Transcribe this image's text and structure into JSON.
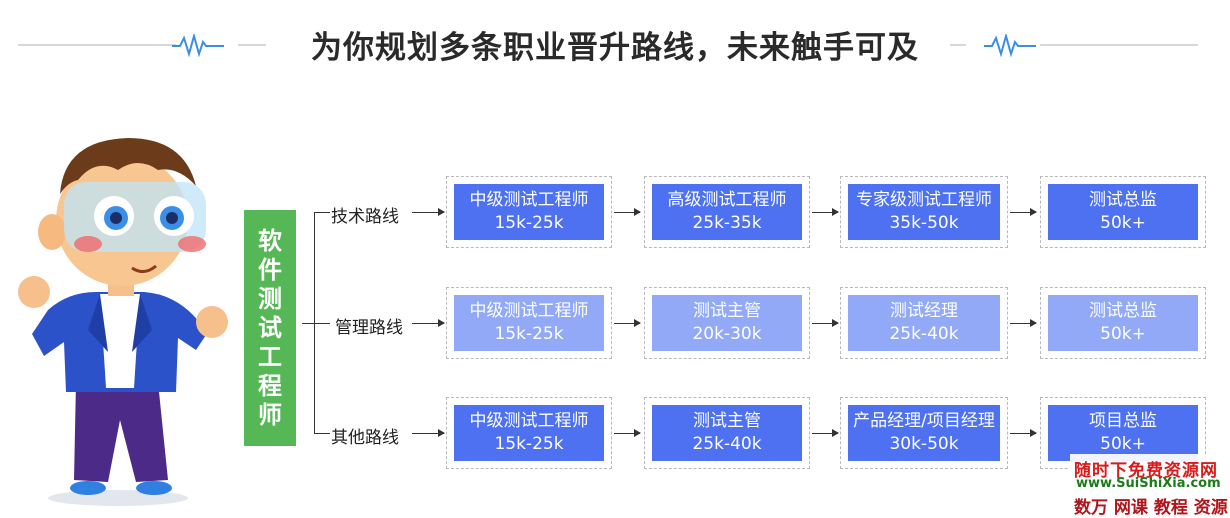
{
  "header": {
    "title": "为你规划多条职业晋升路线，未来触手可及"
  },
  "root": {
    "label": "软件测试工程师"
  },
  "routes": [
    {
      "label": "技术路线",
      "style": "dark",
      "steps": [
        {
          "title": "中级测试工程师",
          "salary": "15k-25k"
        },
        {
          "title": "高级测试工程师",
          "salary": "25k-35k"
        },
        {
          "title": "专家级测试工程师",
          "salary": "35k-50k"
        },
        {
          "title": "测试总监",
          "salary": "50k+"
        }
      ]
    },
    {
      "label": "管理路线",
      "style": "light",
      "steps": [
        {
          "title": "中级测试工程师",
          "salary": "15k-25k"
        },
        {
          "title": "测试主管",
          "salary": "20k-30k"
        },
        {
          "title": "测试经理",
          "salary": "25k-40k"
        },
        {
          "title": "测试总监",
          "salary": "50k+"
        }
      ]
    },
    {
      "label": "其他路线",
      "style": "dark",
      "steps": [
        {
          "title": "中级测试工程师",
          "salary": "15k-25k"
        },
        {
          "title": "测试主管",
          "salary": "25k-40k"
        },
        {
          "title": "产品经理/项目经理",
          "salary": "30k-50k"
        },
        {
          "title": "项目总监",
          "salary": "50k+"
        }
      ]
    }
  ],
  "watermark": {
    "line1": "随时下免费资源网",
    "line2": "www.SuiShiXia.com",
    "line3": "数万 网课 教程 资源"
  },
  "colors": {
    "dark_box": "#4d71f0",
    "light_box": "#91a9f7",
    "root_box": "#55b755"
  }
}
